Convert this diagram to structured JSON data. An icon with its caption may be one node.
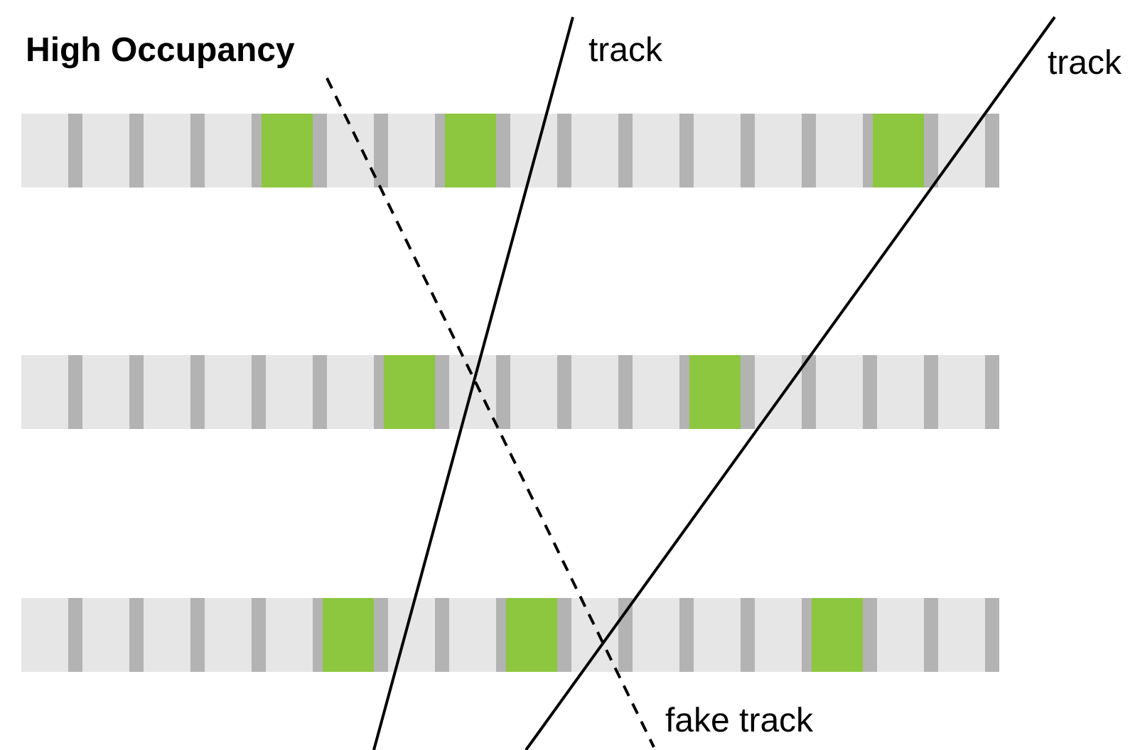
{
  "diagram": {
    "title": "High Occupancy",
    "labels": [
      "track",
      "track",
      "fake track"
    ]
  }
}
